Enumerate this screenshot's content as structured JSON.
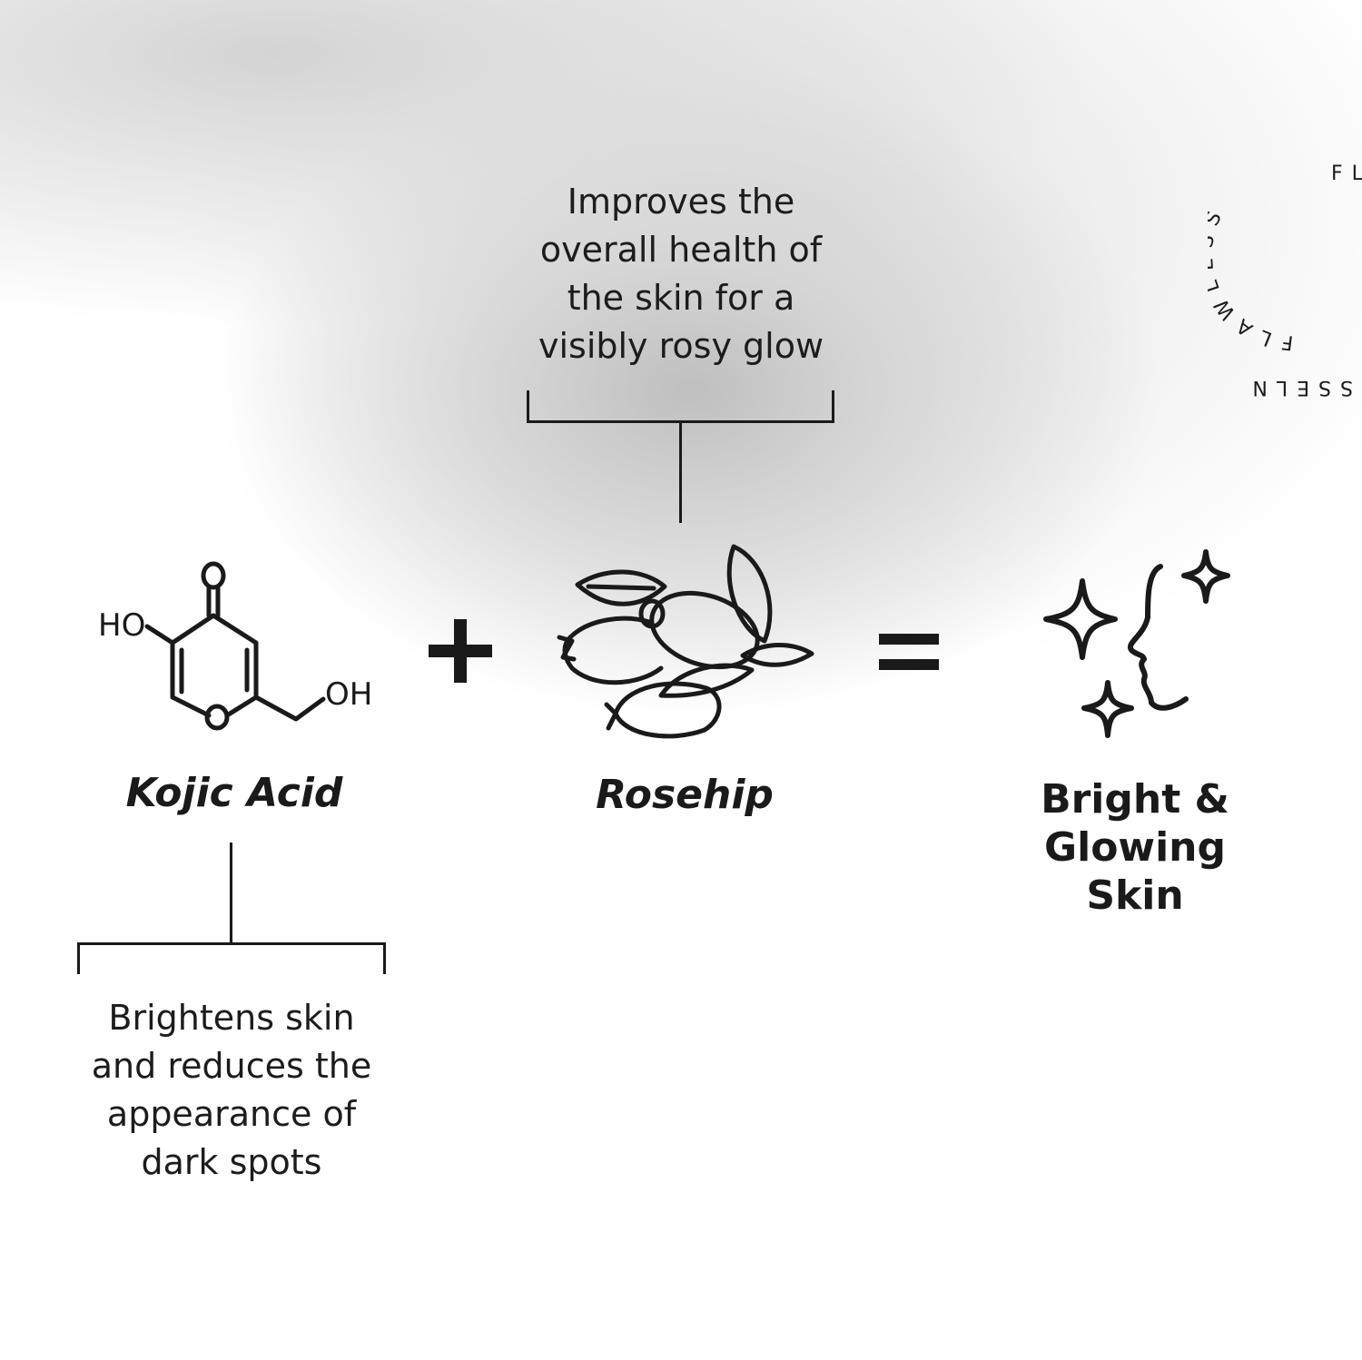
{
  "rosehip_benefit": [
    "Improves the",
    "overall health of",
    "the skin for a",
    "visibly rosy glow"
  ],
  "kojic_benefit": [
    "Brightens skin",
    "and reduces the",
    "appearance of",
    "dark spots"
  ],
  "ingredients": {
    "first": "Kojic Acid",
    "second": "Rosehip"
  },
  "result": [
    "Bright &",
    "Glowing",
    "Skin"
  ],
  "molecule_labels": {
    "hydroxyl_left": "HO",
    "hydroxyl_right": "OH",
    "ring_oxygen": "O",
    "carbonyl_oxygen": "O"
  },
  "brand_ring": {
    "top_text": "FLAWLESS",
    "corner_text": "FL",
    "bottom_text": "SSELN"
  },
  "operators": {
    "plus": "+",
    "equals": "="
  }
}
